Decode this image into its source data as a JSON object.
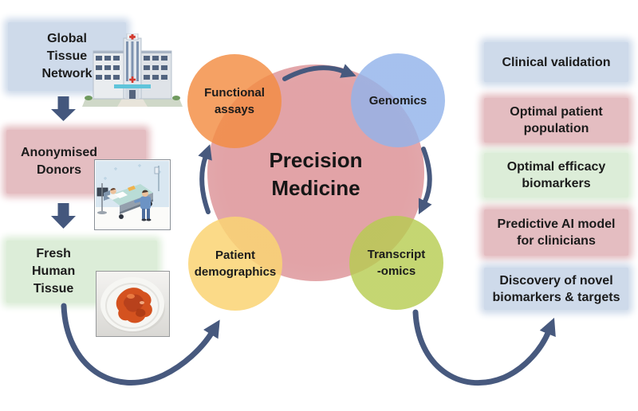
{
  "diagram_title": "Precision\nMedicine",
  "source_pipeline": [
    {
      "id": "global-tissue-network",
      "label": "Global\nTissue\nNetwork",
      "image": "hospital-illustration"
    },
    {
      "id": "anonymised-donors",
      "label": "Anonymised\nDonors",
      "image": "hospital-bed-illustration"
    },
    {
      "id": "fresh-human-tissue",
      "label": "Fresh\nHuman\nTissue",
      "image": "tissue-sample-photo"
    }
  ],
  "cycle": {
    "nodes": [
      {
        "id": "functional-assays",
        "label": "Functional\nassays"
      },
      {
        "id": "genomics",
        "label": "Genomics"
      },
      {
        "id": "transcriptomics",
        "label": "Transcript\n-omics"
      },
      {
        "id": "patient-demographics",
        "label": "Patient\ndemographics"
      }
    ]
  },
  "outcomes": [
    "Clinical validation",
    "Optimal patient\npopulation",
    "Optimal efficacy\nbiomarkers",
    "Predictive AI model\nfor clinicians",
    "Discovery of novel\nbiomarkers & targets"
  ],
  "palette": {
    "arrow": "#47597e",
    "center_circle": "#e09fa3",
    "functional_assays": "#f5a263",
    "genomics": "#a9c4ec",
    "patient_demographics": "#fbdf93",
    "transcriptomics": "#c5d87c",
    "box_blue": "#cedaea",
    "box_pink": "#e4bdc1",
    "box_green": "#dcedd8"
  }
}
